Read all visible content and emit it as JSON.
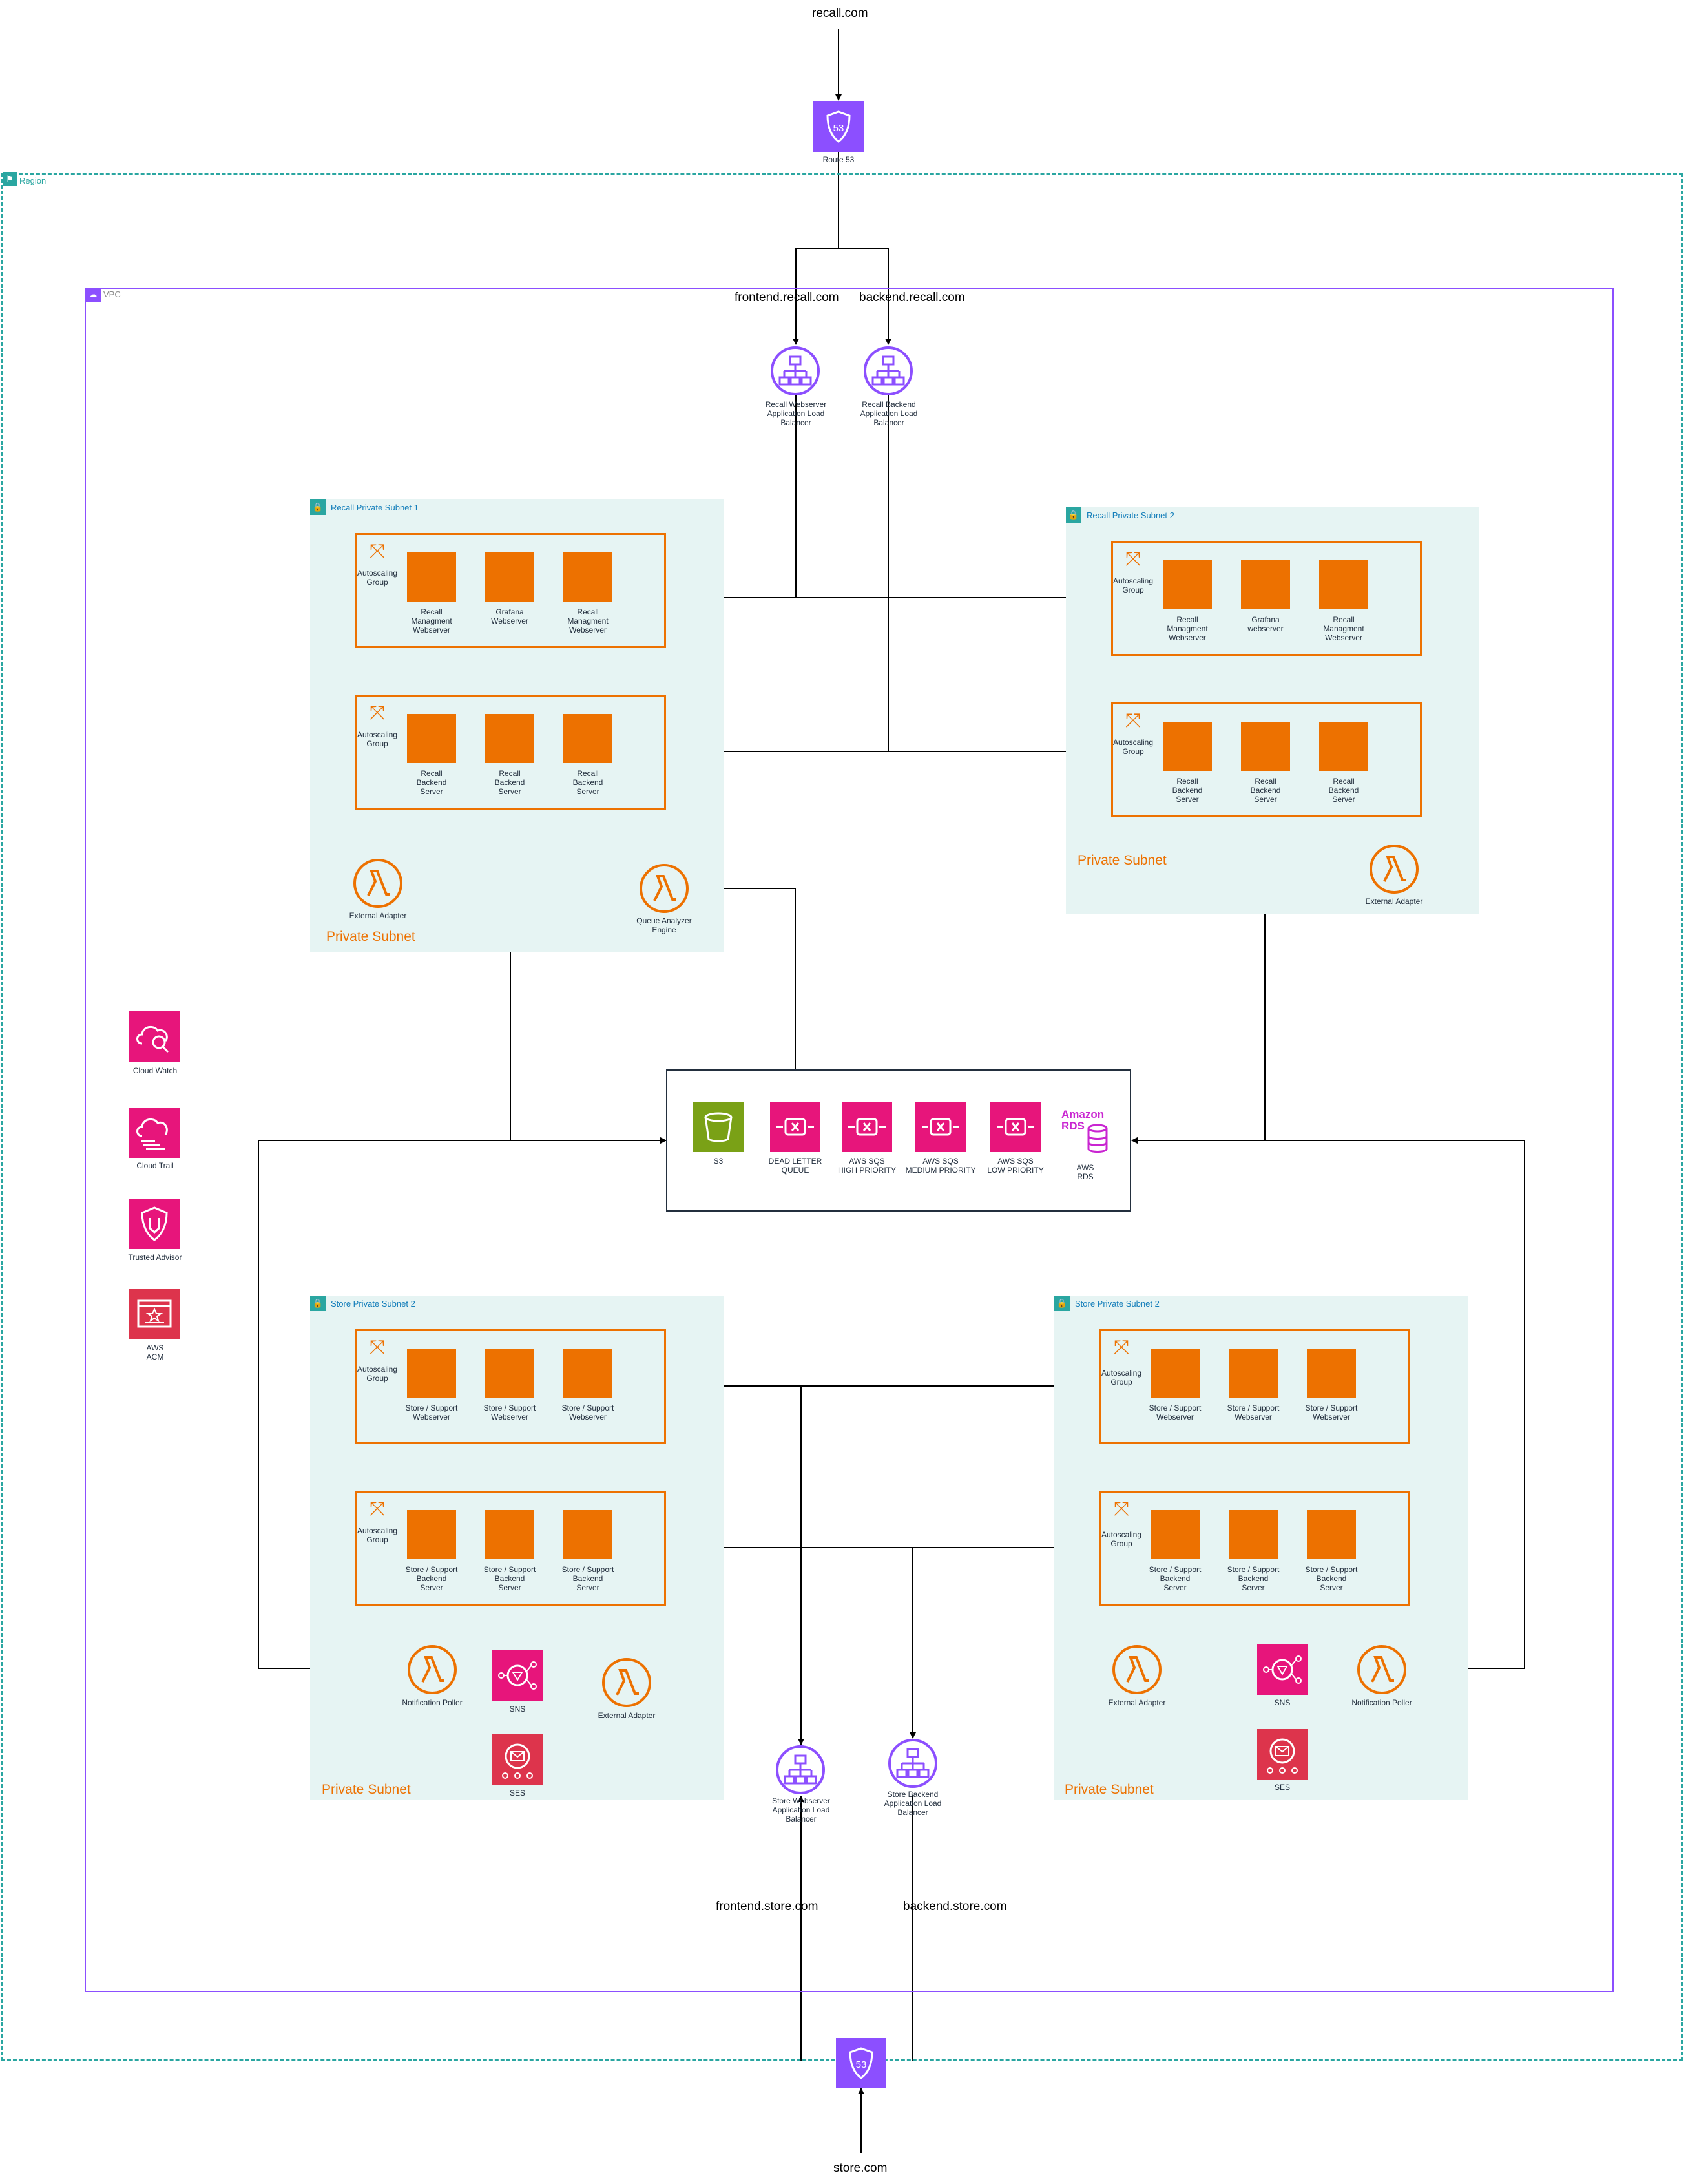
{
  "route53_top": {
    "domain": "recall.com",
    "label": "Route 53"
  },
  "route53_bottom": {
    "domain": "store.com"
  },
  "region": {
    "label": "Region"
  },
  "vpc": {
    "label": "VPC"
  },
  "recall_albs": {
    "frontend_domain": "frontend.recall.com",
    "backend_domain": "backend.recall.com",
    "webserver_label": [
      "Recall Webserver",
      "Application Load",
      "Balancer"
    ],
    "backend_label": [
      "Recall Backend",
      "Application Load",
      "Balancer"
    ]
  },
  "recall_subnet_1": {
    "title": "Recall Private Subnet 1",
    "footer": "Private Subnet",
    "asg_label": [
      "Autoscaling",
      "Group"
    ],
    "web_servers": [
      [
        "Recall",
        "Managment",
        "Webserver"
      ],
      [
        "Grafana",
        "Webserver"
      ],
      [
        "Recall",
        "Managment",
        "Webserver"
      ]
    ],
    "backend_servers": [
      [
        "Recall",
        "Backend",
        "Server"
      ],
      [
        "Recall",
        "Backend",
        "Server"
      ],
      [
        "Recall",
        "Backend",
        "Server"
      ]
    ],
    "external_adapter": "External Adapter",
    "queue_analyzer": [
      "Queue Analyzer",
      "Engine"
    ]
  },
  "recall_subnet_2": {
    "title": "Recall Private Subnet 2",
    "footer": "Private Subnet",
    "asg_label": [
      "Autoscaling",
      "Group"
    ],
    "web_servers": [
      [
        "Recall",
        "Managment",
        "Webserver"
      ],
      [
        "Grafana",
        "webserver"
      ],
      [
        "Recall",
        "Managment",
        "Webserver"
      ]
    ],
    "backend_servers": [
      [
        "Recall",
        "Backend",
        "Server"
      ],
      [
        "Recall",
        "Backend",
        "Server"
      ],
      [
        "Recall",
        "Backend",
        "Server"
      ]
    ],
    "external_adapter": "External Adapter"
  },
  "storage": {
    "s3": "S3",
    "dlq": [
      "DEAD LETTER",
      "QUEUE"
    ],
    "sqs_high": [
      "AWS SQS",
      "HIGH PRIORITY"
    ],
    "sqs_medium": [
      "AWS SQS",
      "MEDIUM PRIORITY"
    ],
    "sqs_low": [
      "AWS SQS",
      "LOW PRIORITY"
    ],
    "rds": [
      "AWS",
      "RDS"
    ],
    "rds_icon_text": [
      "Amazon",
      "RDS"
    ]
  },
  "monitoring": {
    "cloudwatch": "Cloud Watch",
    "cloudtrail": "Cloud Trail",
    "trusted_advisor": "Trusted Advisor",
    "acm": [
      "AWS",
      "ACM"
    ]
  },
  "store_subnet_left": {
    "title": "Store Private Subnet 2",
    "footer": "Private Subnet",
    "asg_label": [
      "Autoscaling",
      "Group"
    ],
    "web_servers": [
      [
        "Store / Support",
        "Webserver"
      ],
      [
        "Store / Support",
        "Webserver"
      ],
      [
        "Store / Support",
        "Webserver"
      ]
    ],
    "backend_servers": [
      [
        "Store / Support",
        "Backend",
        "Server"
      ],
      [
        "Store / Support",
        "Backend",
        "Server"
      ],
      [
        "Store / Support",
        "Backend",
        "Server"
      ]
    ],
    "notification_poller": "Notification Poller",
    "sns": "SNS",
    "ses": "SES",
    "external_adapter": "External Adapter"
  },
  "store_subnet_right": {
    "title": "Store Private Subnet 2",
    "footer": "Private Subnet",
    "asg_label": [
      "Autoscaling",
      "Group"
    ],
    "web_servers": [
      [
        "Store / Support",
        "Webserver"
      ],
      [
        "Store / Support",
        "Webserver"
      ],
      [
        "Store / Support",
        "Webserver"
      ]
    ],
    "backend_servers": [
      [
        "Store / Support",
        "Backend",
        "Server"
      ],
      [
        "Store / Support",
        "Backend",
        "Server"
      ],
      [
        "Store / Support",
        "Backend",
        "Server"
      ]
    ],
    "notification_poller": "Notification Poller",
    "sns": "SNS",
    "ses": "SES",
    "external_adapter": "External Adapter"
  },
  "store_albs": {
    "frontend_domain": "frontend.store.com",
    "backend_domain": "backend.store.com",
    "webserver_label": [
      "Store Webserver",
      "Application Load",
      "Balancer"
    ],
    "backend_label": [
      "Store Backend",
      "Application Load",
      "Balancer"
    ]
  },
  "colors": {
    "ec2": "#ed7100",
    "subnet_bg": "#e6f4f3",
    "region": "#2aa6a1",
    "vpc": "#8c4fff",
    "sqs": "#e7157b",
    "s3": "#7aa116",
    "management": "#e7157b",
    "security": "#dd344c"
  }
}
